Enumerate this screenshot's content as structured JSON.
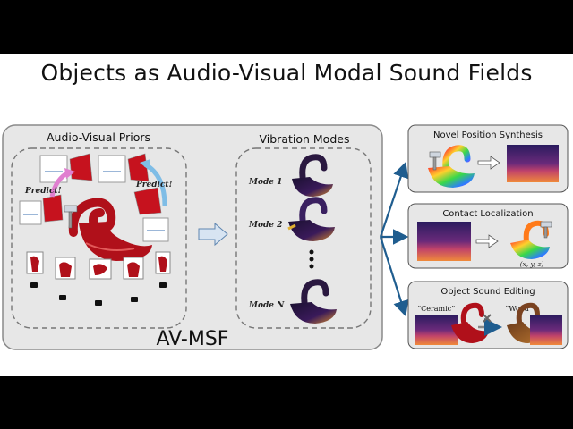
{
  "title": "Objects as Audio-Visual Modal Sound Fields",
  "main_panel": {
    "label": "AV-MSF",
    "priors": {
      "title": "Audio-Visual Priors",
      "predict_left": "Predict!",
      "predict_right": "Predict!"
    },
    "modes": {
      "title": "Vibration Modes",
      "items": [
        "Mode 1",
        "Mode 2",
        "Mode N"
      ]
    }
  },
  "applications": [
    {
      "title": "Novel Position Synthesis"
    },
    {
      "title": "Contact Localization",
      "coord_label": "(x, y, z)"
    },
    {
      "title": "Object Sound Editing",
      "source_material": "“Ceramic”",
      "target_material": "“Wood”"
    }
  ],
  "colors": {
    "panel_bg": "#e7e7e7",
    "panel_border": "#8a8a8a",
    "arrow_blue": "#1f5d8f",
    "swan_red": "#b0101a",
    "spectrogram_bg": "#1c1442",
    "pink_arrow": "#e07fd0",
    "blue_arrow": "#7fbde6"
  }
}
